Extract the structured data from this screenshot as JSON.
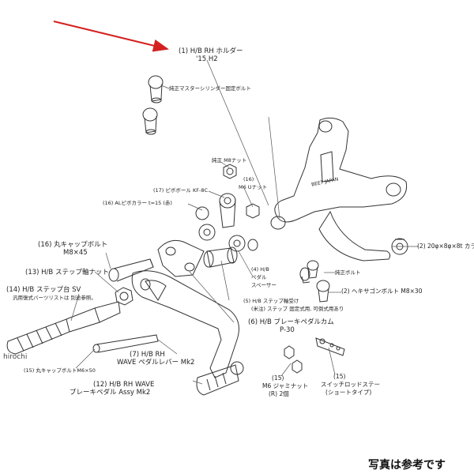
{
  "labels": {
    "p1_line1": "(1) H/B RH ホルダー",
    "p1_line2": "'15  H2",
    "bolt_note": "純正マスターシリンダー固定ボルト",
    "nut_m8": "純正 M8ナット",
    "p16_m8u": "(16)",
    "m6u_nut": "M6 Uナット",
    "p17": "(17) ピボボール KF-8C",
    "p16_collar": "(16) ALピボカラー t=15 (赤)",
    "p16_capbolt": "(16) 丸キャップボルト",
    "p16_capbolt_size": "M8×45",
    "p13": "(13) H/B ステップ軸ナット",
    "p14_line1": "(14) H/B ステップ台 SV",
    "p14_line2": "汎用復式バーツリストは 別途参照。",
    "p4_line1": "(4) H/B",
    "p4_line2": "ペダル",
    "p4_line3": "スペーサー",
    "p5_line1": "(5) H/B ステップ軸受け",
    "p5_line2": "(米注) ステップ 固定式用, 可倒式用あり",
    "p6_line1": "(6) H/B ブレーキペダルカム",
    "p6_line2": "P-30",
    "p2_spacer": "(2) 20φ×8φ×8t カラー",
    "oem_bolt": "純正ボルト",
    "p2_hexbolt": "(2) ヘキサゴンボルト M8×30",
    "p7_line1": "(7) H/B RH",
    "p7_line2": "WAVE ペダルレバー Mk2",
    "p15_capbolt": "(15) 丸キャップボルトM6×50",
    "p15_nut_line1": "(15)",
    "p15_nut_line2": "M6 ジャミナット",
    "p15_nut_line3": "(R) 2個",
    "p15_stay_line1": "(15)",
    "p15_stay_line2": "スイッチロッドステー",
    "p15_stay_line3": "(ショートタイプ)",
    "p12_line1": "(12) H/B RH WAVE",
    "p12_line2": "ブレーキペダル Assy Mk2",
    "brand_text": "BEET JAPAN"
  },
  "watermark": "hirochi",
  "footer_note": "写真は参考です",
  "colors": {
    "arrow": "#d42020",
    "line": "#333333",
    "leader": "#555555"
  }
}
